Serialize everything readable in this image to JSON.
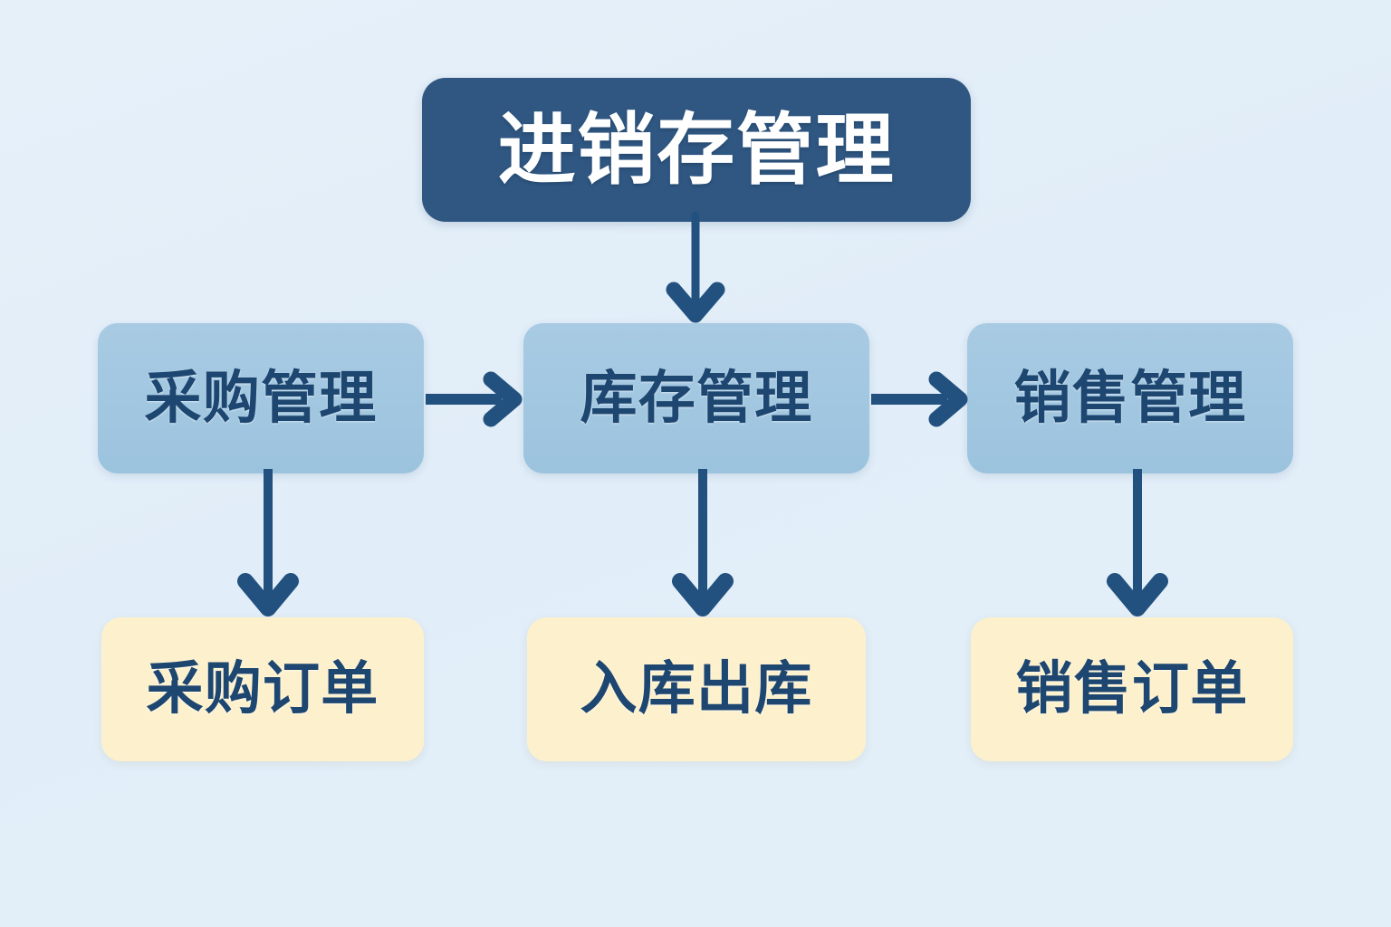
{
  "diagram": {
    "title_node": {
      "label": "进销存管理",
      "role": "root",
      "fill": "#2f5782",
      "text_color": "#ffffff"
    },
    "level1": [
      {
        "label": "采购管理",
        "fill": "#a3c7e0",
        "text_color": "#1d4670"
      },
      {
        "label": "库存管理",
        "fill": "#a3c7e0",
        "text_color": "#1d4670"
      },
      {
        "label": "销售管理",
        "fill": "#a3c7e0",
        "text_color": "#1d4670"
      }
    ],
    "level2": [
      {
        "label": "采购订单",
        "fill": "#fdf1cd",
        "text_color": "#1d4670"
      },
      {
        "label": "入库出库",
        "fill": "#fdf1cd",
        "text_color": "#1d4670"
      },
      {
        "label": "销售订单",
        "fill": "#fdf1cd",
        "text_color": "#1d4670"
      }
    ],
    "connectors": [
      {
        "name": "title-to-inventory",
        "direction": "down"
      },
      {
        "name": "purchase-to-inventory",
        "direction": "right"
      },
      {
        "name": "inventory-to-sales",
        "direction": "right"
      },
      {
        "name": "purchase-to-purchase-order",
        "direction": "down"
      },
      {
        "name": "inventory-to-stock-move",
        "direction": "down"
      },
      {
        "name": "sales-to-sales-order",
        "direction": "down"
      }
    ],
    "colors": {
      "background": "#e3eff8",
      "arrow": "#22517f",
      "accent_dark": "#2f5782",
      "accent_blue": "#a3c7e0",
      "accent_cream": "#fdf1cd"
    }
  }
}
